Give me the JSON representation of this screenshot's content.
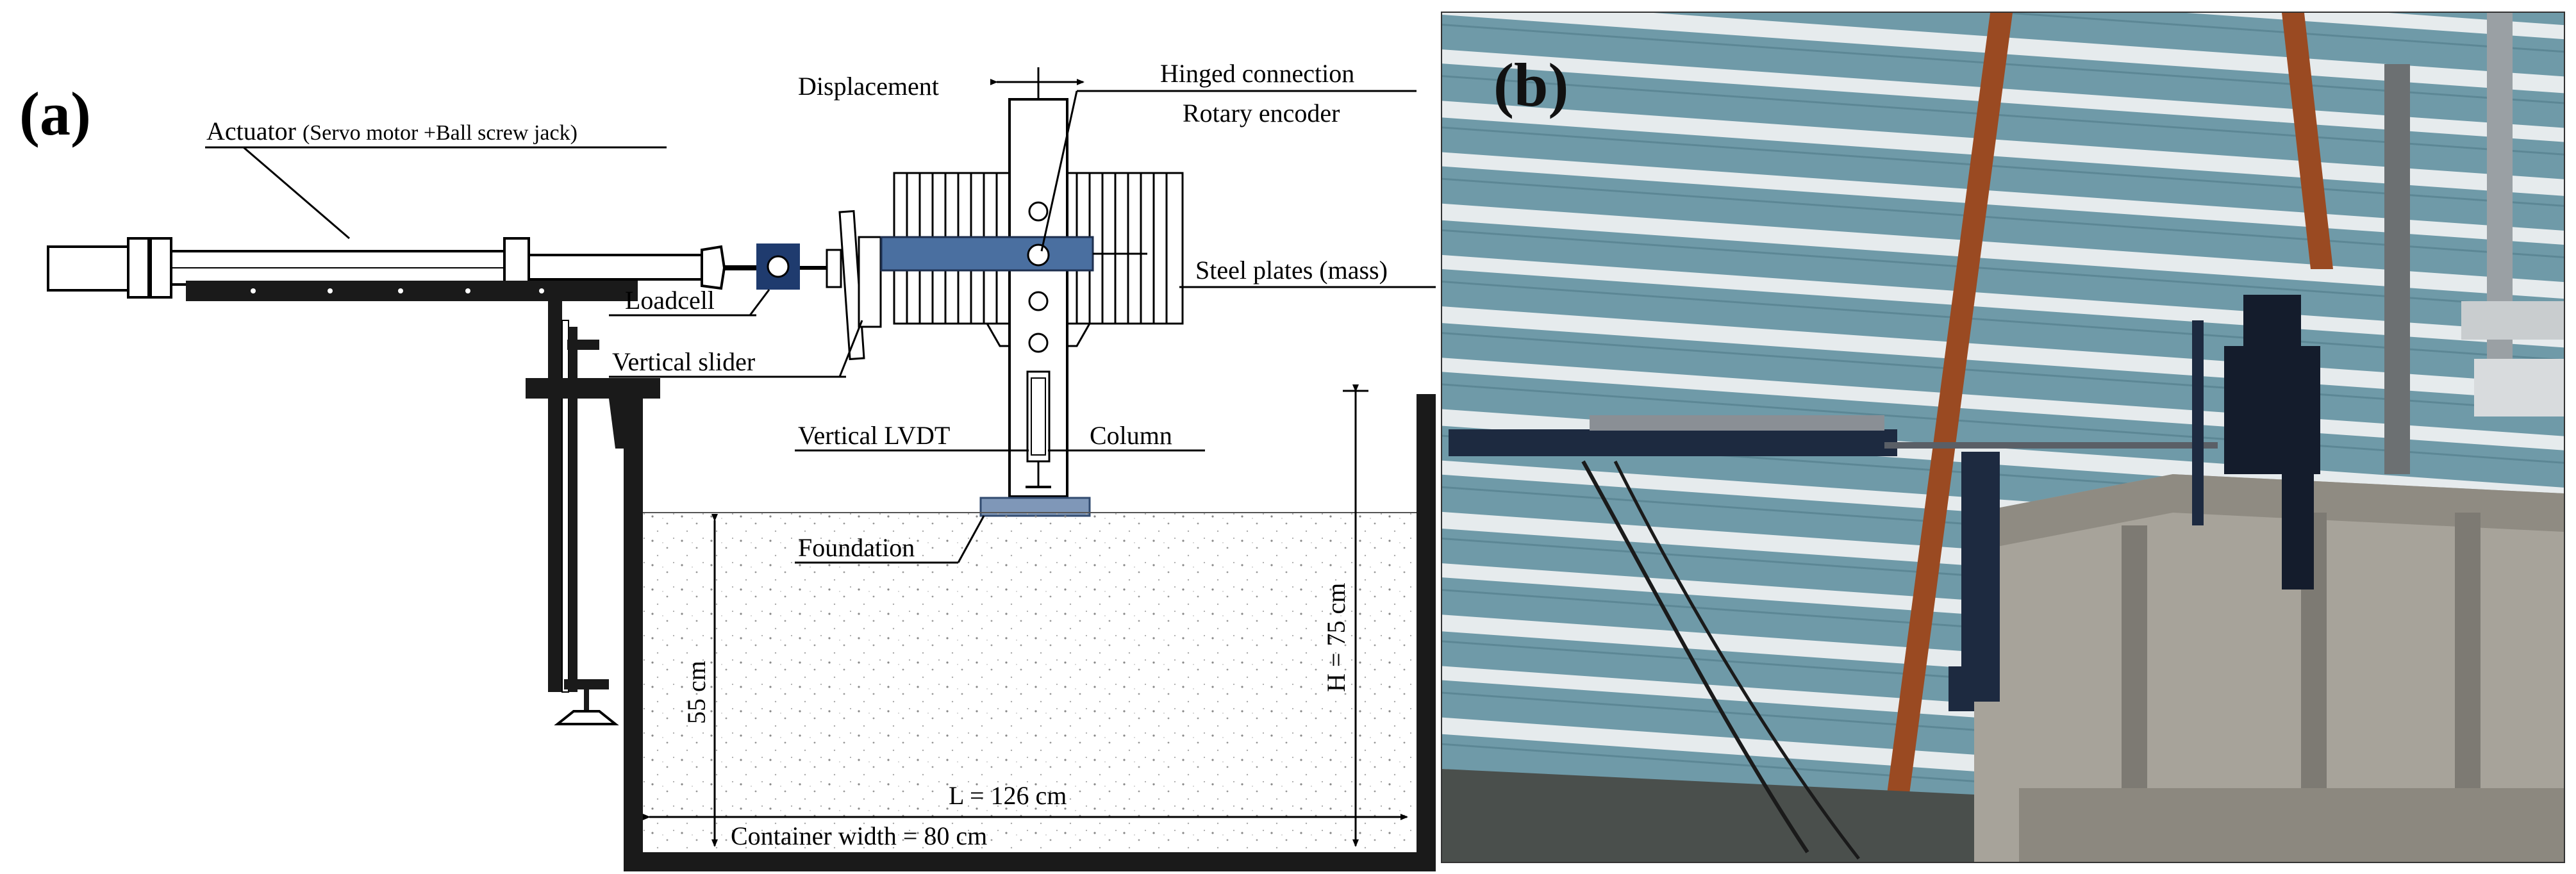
{
  "panel_a": {
    "panel_label": "(a)",
    "labels": {
      "displacement": "Displacement",
      "hinged_connection": "Hinged connection",
      "rotary_encoder": "Rotary encoder",
      "actuator_name": "Actuator",
      "actuator_detail": "(Servo motor +Ball screw jack)",
      "steel_plates": "Steel plates (mass)",
      "loadcell": "Loadcell",
      "vertical_slider": "Vertical slider",
      "vertical_lvdt": "Vertical LVDT",
      "column": "Column",
      "foundation": "Foundation",
      "soil_depth": "55 cm",
      "container_height": "H = 75 cm",
      "container_length": "L = 126 cm",
      "container_width": "Container width = 80 cm"
    },
    "colors": {
      "steel_dark": "#1a1a1a",
      "blue_part": "#4a6fa0",
      "foundation": "#7f97b8"
    }
  },
  "panel_b": {
    "panel_label": "(b)",
    "description_icons": [
      "striped-tarp-background",
      "steel-container",
      "actuator-rig"
    ],
    "colors": {
      "tarp_teal": "#6f9aa8",
      "tarp_white": "#e8ecee",
      "pole": "#9a4a22",
      "container": "#a7a39a",
      "rig_dark": "#1d2a40"
    }
  }
}
